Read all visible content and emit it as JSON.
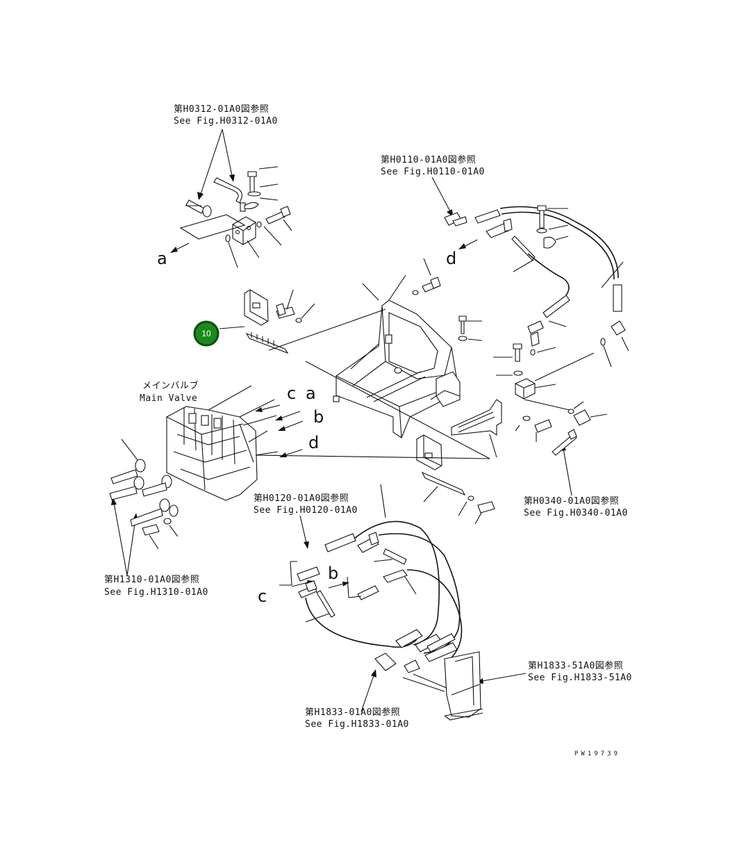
{
  "figure_refs": {
    "h0312": {
      "jp": "第H0312-01A0図参照",
      "en": "See Fig.H0312-01A0"
    },
    "h0110": {
      "jp": "第H0110-01A0図参照",
      "en": "See Fig.H0110-01A0"
    },
    "h0340": {
      "jp": "第H0340-01A0図参照",
      "en": "See Fig.H0340-01A0"
    },
    "h0120": {
      "jp": "第H0120-01A0図参照",
      "en": "See Fig.H0120-01A0"
    },
    "h1310": {
      "jp": "第H1310-01A0図参照",
      "en": "See Fig.H1310-01A0"
    },
    "h1833_51": {
      "jp": "第H1833-51A0図参照",
      "en": "See Fig.H1833-51A0"
    },
    "h1833_01": {
      "jp": "第H1833-01A0図参照",
      "en": "See Fig.H1833-01A0"
    }
  },
  "main_valve": {
    "jp": "メインバルブ",
    "en": "Main Valve"
  },
  "connection_letters": {
    "a_top": "a",
    "d_top": "d",
    "c_mv": "c",
    "a_mv": "a",
    "b_mv": "b",
    "d_mv": "d",
    "b_lower": "b",
    "c_lower": "c"
  },
  "callout": {
    "number": "10",
    "color": "#1a8a1a"
  },
  "drawing_code": "PW19739"
}
